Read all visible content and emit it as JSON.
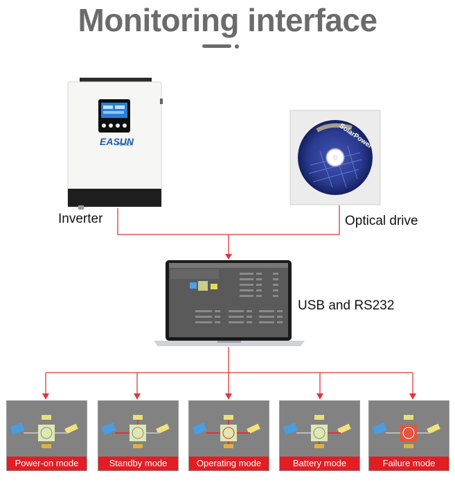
{
  "title": "Monitoring interface",
  "devices": {
    "inverter": {
      "label": "Inverter",
      "brand": "EASUN",
      "brand_sub": "POWER"
    },
    "optical_drive": {
      "label": "Optical drive",
      "disc_text": "SolarPower"
    },
    "computer": {
      "label": "USB and RS232"
    }
  },
  "modes": [
    {
      "label": "Power-on mode"
    },
    {
      "label": "Standby mode"
    },
    {
      "label": "Operating mode"
    },
    {
      "label": "Battery mode"
    },
    {
      "label": "Failure mode"
    }
  ],
  "colors": {
    "connector": "#e0363b",
    "caption_bg": "#e21d24",
    "title": "#6b6b6b"
  }
}
